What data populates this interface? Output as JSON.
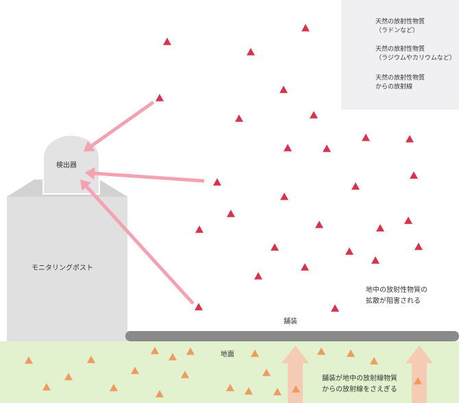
{
  "colors": {
    "radon": "#d6334f",
    "radium_potassium": "#ef9a5e",
    "rays": "#f2a2b0",
    "ground": "#e2f2cf",
    "pavement": "#8a8a8a",
    "post": "#e0e0e0",
    "ground_rays": "#f8c7b1",
    "legend_bg": "#f0f0f2"
  },
  "labels": {
    "detector": "検出器",
    "monitoring_post": "モニタリングポスト",
    "pavement": "舗装",
    "ground": "地面",
    "diffusion_note": [
      "地中の放射性物質の",
      "拡散が阻害される"
    ],
    "pavement_note": [
      "舗装が地中の放射線物質",
      "からの放射線をさえぎる"
    ]
  },
  "legend": {
    "radon": [
      "天然の放射性物質",
      "（ラドンなど）"
    ],
    "radium_potassium": [
      "天然の放射性物質",
      "（ラジウムやカリウムなど）"
    ],
    "rays": [
      "天然の放射性物質",
      "からの放射線"
    ]
  },
  "icons": {
    "radon": "triangle",
    "radium_potassium": "triangle",
    "rays": "arrow-left"
  }
}
